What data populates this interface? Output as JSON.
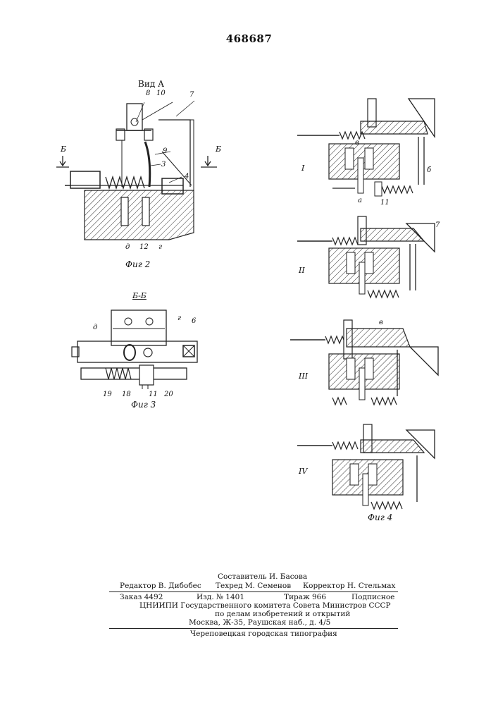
{
  "patent_number": "468687",
  "fig2": {
    "view_label": "Вид А",
    "caption": "Фиг 2",
    "section_mark_left": "Б",
    "section_mark_right": "Б",
    "callouts": [
      "8",
      "10",
      "7",
      "9",
      "3",
      "4",
      "д",
      "12",
      "г"
    ]
  },
  "fig3": {
    "section_title": "Б-Б",
    "caption": "Фиг 3",
    "callouts": [
      "д",
      "г",
      "6",
      "19",
      "18",
      "11",
      "20"
    ]
  },
  "fig4": {
    "caption": "Фиг 4",
    "positions": [
      "I",
      "II",
      "III",
      "IV"
    ],
    "callouts": [
      "в",
      "б",
      "а",
      "11",
      "7",
      "в"
    ]
  },
  "imprint": {
    "compiler": "Составитель И. Басова",
    "editor": "Редактор В. Дибобес",
    "techred": "Техред М. Семенов",
    "corrector": "Корректор Н. Стельмах",
    "order": "Заказ 4492",
    "edition": "Изд. № 1401",
    "print_run": "Тираж 966",
    "subscription": "Подписное",
    "institute": "ЦНИИПИ Государственного комитета Совета Министров СССР",
    "affairs": "по делам изобретений и открытий",
    "address": "Москва, Ж-35, Раушская наб., д. 4/5",
    "printer": "Череповецкая городская типография"
  }
}
